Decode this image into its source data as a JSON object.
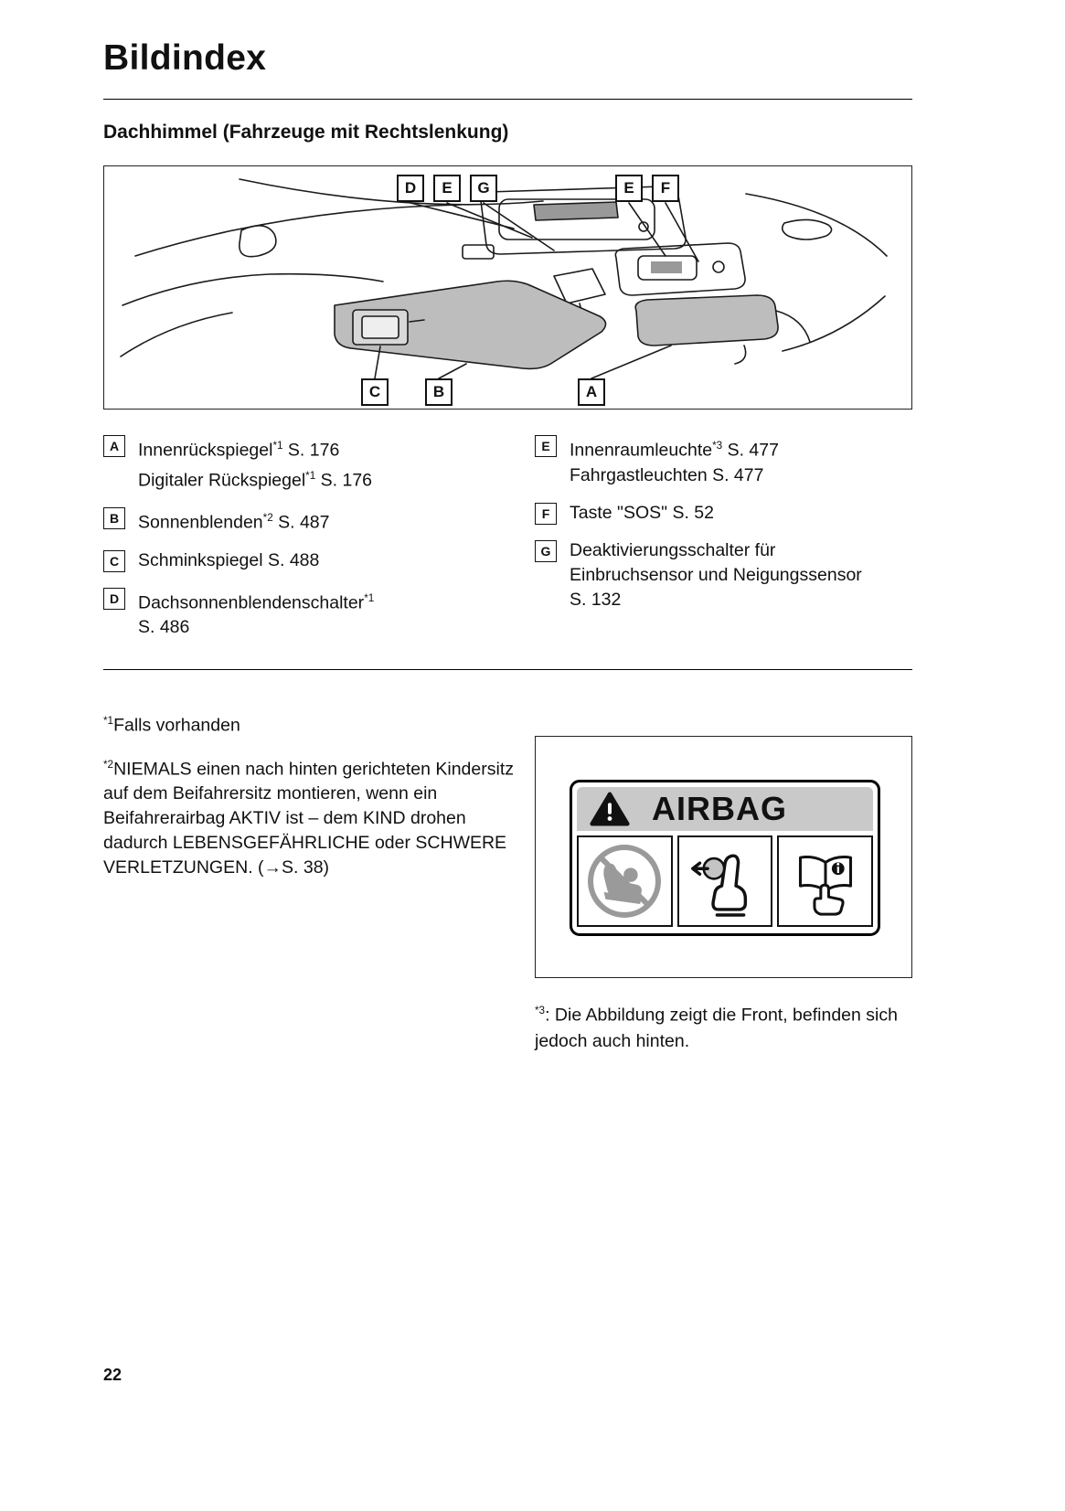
{
  "page": {
    "title": "Bildindex",
    "section_heading": "Dachhimmel (Fahrzeuge mit Rechtslenkung)",
    "page_number": "22"
  },
  "diagram": {
    "top_labels": [
      "D",
      "E",
      "G",
      "E",
      "F"
    ],
    "bottom_labels": [
      "C",
      "B",
      "A"
    ]
  },
  "legend": {
    "left": [
      {
        "key": "A",
        "lines": [
          {
            "pre": "Innenrückspiegel",
            "sup": "*1",
            "post": " S. 176"
          },
          {
            "pre": "Digitaler Rückspiegel",
            "sup": "*1",
            "post": " S. 176"
          }
        ]
      },
      {
        "key": "B",
        "lines": [
          {
            "pre": "Sonnenblenden",
            "sup": "*2",
            "post": " S. 487"
          }
        ]
      },
      {
        "key": "C",
        "lines": [
          {
            "pre": "Schminkspiegel S. 488"
          }
        ]
      },
      {
        "key": "D",
        "lines": [
          {
            "pre": "Dachsonnenblendenschalter",
            "sup": "*1"
          },
          {
            "pre": "S. 486"
          }
        ]
      }
    ],
    "right": [
      {
        "key": "E",
        "lines": [
          {
            "pre": "Innenraumleuchte",
            "sup": "*3",
            "post": " S. 477"
          },
          {
            "pre": "Fahrgastleuchten S. 477"
          }
        ]
      },
      {
        "key": "F",
        "lines": [
          {
            "pre": "Taste \"SOS\" S. 52"
          }
        ]
      },
      {
        "key": "G",
        "lines": [
          {
            "pre": "Deaktivierungsschalter für"
          },
          {
            "pre": "Einbruchsensor und Neigungssensor"
          },
          {
            "pre": "S. 132"
          }
        ]
      }
    ]
  },
  "footnotes": [
    {
      "sup": "*1",
      "text": "Falls vorhanden"
    },
    {
      "sup": "*2",
      "text": "NIEMALS einen nach hinten gerichteten Kindersitz auf dem Beifahrersitz montieren, wenn ein Beifahrerairbag AKTIV ist – dem KIND drohen dadurch LEBENSGEFÄHRLICHE oder SCHWERE VERLETZUNGEN. (→S. 38)"
    },
    {
      "sup": "*3",
      "text": ": Die Abbildung zeigt die Front, befinden sich jedoch auch hinten."
    }
  ],
  "airbag_label": {
    "title": "AIRBAG",
    "icons": [
      "warning-triangle-icon",
      "no-rear-facing-child-seat-icon",
      "airbag-deployment-icon",
      "owners-manual-icon"
    ]
  },
  "colors": {
    "visor_gray": "#bdbdbd",
    "label_header_gray": "#c9c9c9",
    "pictogram_gray": "#9a9a9a"
  }
}
